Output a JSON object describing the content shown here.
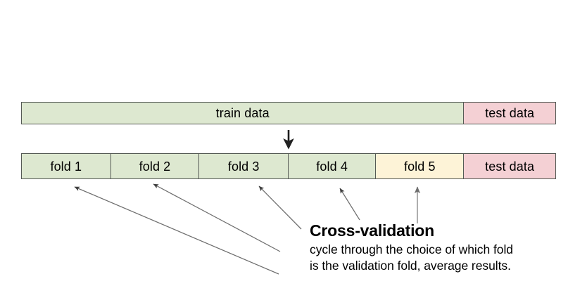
{
  "figure": {
    "title": "Cross-validation data split diagram",
    "background_color": "#ffffff",
    "colors": {
      "train_fill": "#dde8d0",
      "validation_fill": "#fdf3d7",
      "test_fill": "#f4d0d4",
      "border": "#555a55",
      "arrow": "#6b6b6b",
      "text": "#000000"
    }
  },
  "top_bar": {
    "name": "original-split-bar",
    "segments": [
      {
        "label": "train data",
        "kind": "train",
        "fill": "#dde8d0",
        "width_pct": 82.9
      },
      {
        "label": "test data",
        "kind": "test",
        "fill": "#f4d0d4",
        "width_pct": 17.1
      }
    ]
  },
  "transition": {
    "arrow_name": "split-down-arrow",
    "direction": "down"
  },
  "fold_bar": {
    "name": "fold-split-bar",
    "segments": [
      {
        "label": "fold 1",
        "kind": "fold",
        "fill": "#dde8d0",
        "width_pct": 16.7
      },
      {
        "label": "fold 2",
        "kind": "fold",
        "fill": "#dde8d0",
        "width_pct": 16.6
      },
      {
        "label": "fold 3",
        "kind": "fold",
        "fill": "#dde8d0",
        "width_pct": 16.7
      },
      {
        "label": "fold 4",
        "kind": "fold",
        "fill": "#dde8d0",
        "width_pct": 16.4
      },
      {
        "label": "fold 5",
        "kind": "validation-fold",
        "fill": "#fdf3d7",
        "width_pct": 16.5
      },
      {
        "label": "test data",
        "kind": "test",
        "fill": "#f4d0d4",
        "width_pct": 17.1
      }
    ]
  },
  "fan_arrows": {
    "name": "fold-pointer-arrows",
    "count": 5,
    "targets": [
      "fold 1",
      "fold 2",
      "fold 3",
      "fold 4",
      "fold 5"
    ]
  },
  "caption": {
    "heading": "Cross-validation",
    "lines": [
      "cycle through the choice of which fold",
      "is the validation fold, average results."
    ]
  }
}
